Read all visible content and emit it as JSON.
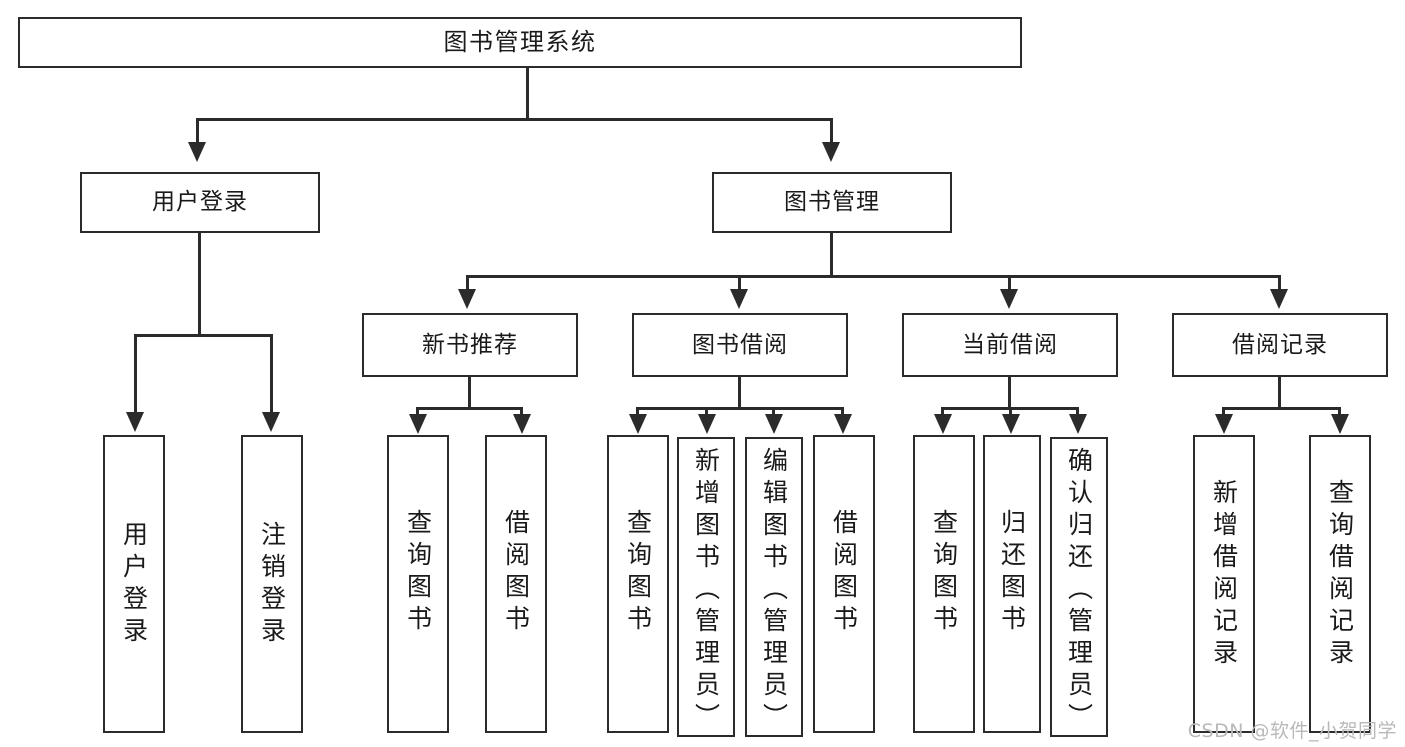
{
  "diagram": {
    "type": "tree-hierarchy-chart",
    "title": "图书管理系统",
    "watermark": "CSDN @软件_小贺同学",
    "colors": {
      "stroke": "#2b2b2b",
      "fill": "#ffffff",
      "text": "#1a1a1a",
      "watermark": "#b9b9b9"
    },
    "nodes": {
      "root": {
        "label": "图书管理系统"
      },
      "level2": [
        {
          "label": "用户登录"
        },
        {
          "label": "图书管理"
        }
      ],
      "level3": [
        {
          "label": "新书推荐"
        },
        {
          "label": "图书借阅"
        },
        {
          "label": "当前借阅"
        },
        {
          "label": "借阅记录"
        }
      ],
      "leaves": {
        "user_login": [
          {
            "label": "用户登录"
          },
          {
            "label": "注销登录"
          }
        ],
        "new_book_recommend": [
          {
            "label": "查询图书"
          },
          {
            "label": "借阅图书"
          }
        ],
        "book_borrow": [
          {
            "label": "查询图书"
          },
          {
            "label": "新增图书（管理员）"
          },
          {
            "label": "编辑图书（管理员）"
          },
          {
            "label": "借阅图书"
          }
        ],
        "current_borrow": [
          {
            "label": "查询图书"
          },
          {
            "label": "归还图书"
          },
          {
            "label": "确认归还（管理员）"
          }
        ],
        "borrow_record": [
          {
            "label": "新增借阅记录"
          },
          {
            "label": "查询借阅记录"
          }
        ]
      }
    }
  }
}
